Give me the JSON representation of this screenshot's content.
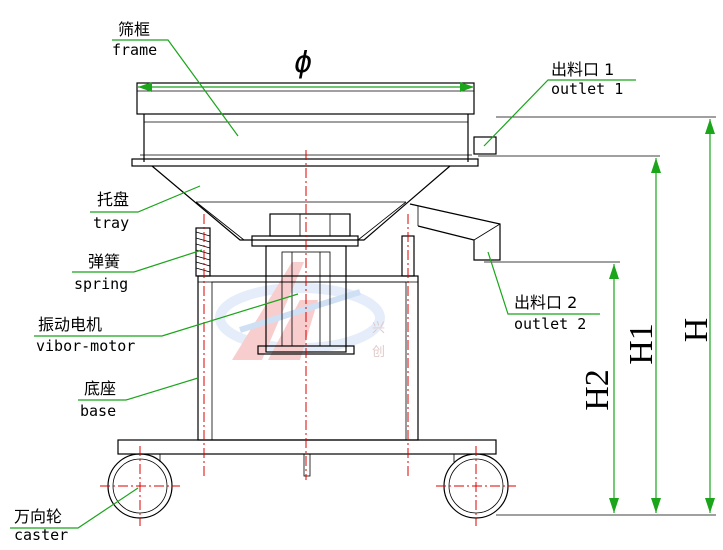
{
  "diameter_symbol": "ϕ",
  "labels": {
    "frame": {
      "cn": "筛框",
      "en": "frame"
    },
    "outlet1": {
      "cn": "出料口 1",
      "en": "outlet 1"
    },
    "tray": {
      "cn": "托盘",
      "en": "tray"
    },
    "spring": {
      "cn": "弹簧",
      "en": "spring"
    },
    "outlet2": {
      "cn": "出料口 2",
      "en": "outlet 2"
    },
    "motor": {
      "cn": "振动电机",
      "en": "vibor-motor"
    },
    "base": {
      "cn": "底座",
      "en": "base"
    },
    "caster": {
      "cn": "万向轮",
      "en": "caster"
    }
  },
  "dimensions": {
    "h": "H",
    "h1": "H1",
    "h2": "H2"
  },
  "watermark": {
    "text1": "兴",
    "text2": "创"
  },
  "colors": {
    "leader": "#1aa51a",
    "centerline": "#dd0000",
    "watermark_red": "#e23b3b",
    "watermark_blue": "#2b7bd6"
  }
}
